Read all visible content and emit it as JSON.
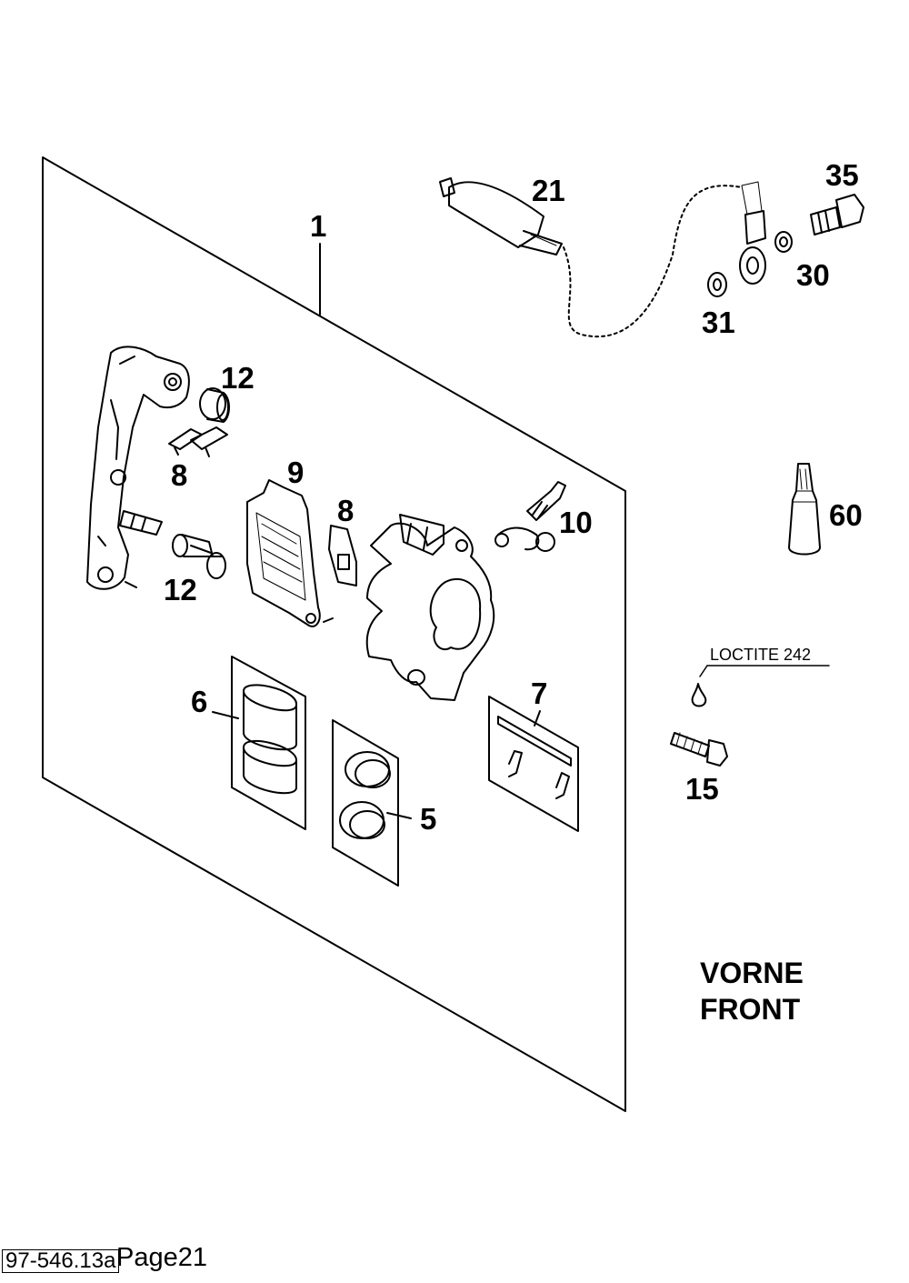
{
  "callouts": {
    "c1": "1",
    "c5": "5",
    "c6": "6",
    "c7": "7",
    "c8a": "8",
    "c8b": "8",
    "c9": "9",
    "c10": "10",
    "c12a": "12",
    "c12b": "12",
    "c15": "15",
    "c21": "21",
    "c30": "30",
    "c31": "31",
    "c35": "35",
    "c60": "60"
  },
  "note": {
    "loctite": "LOCTITE 242"
  },
  "direction": {
    "line1": "VORNE",
    "line2": "FRONT"
  },
  "footer": {
    "code": "97-546.13a",
    "page": "Page21"
  }
}
